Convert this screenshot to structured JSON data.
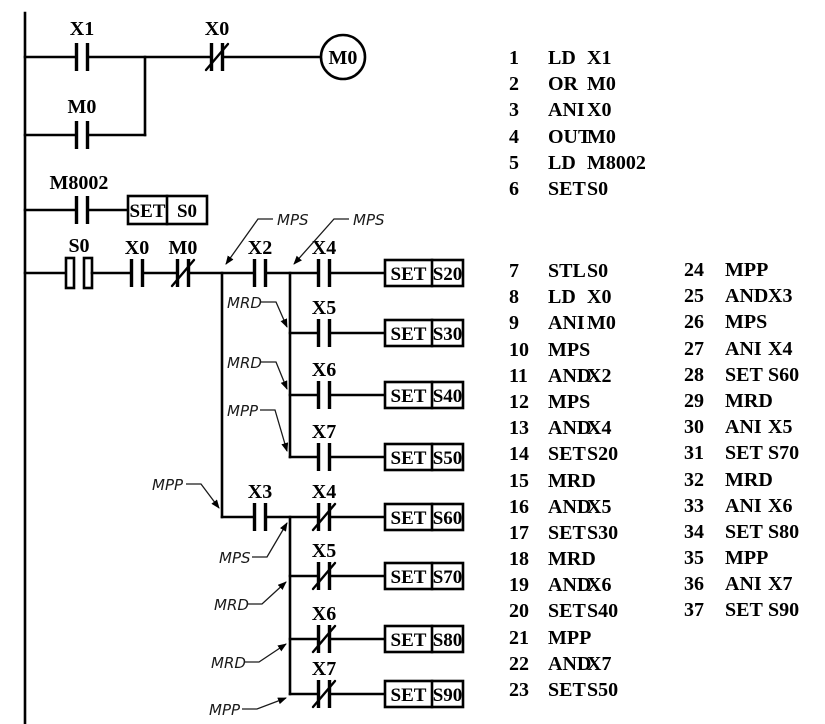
{
  "ladder": {
    "rung1": {
      "x1": "X1",
      "x0": "X0",
      "m0_parallel": "M0",
      "coil": "M0"
    },
    "rung2": {
      "contact": "M8002",
      "set_op": "SET",
      "set_arg": "S0"
    },
    "rung3": {
      "stl": "S0",
      "x0": "X0",
      "m0": "M0",
      "x2": "X2",
      "x3": "X3",
      "upper": [
        {
          "c": "X4",
          "op": "SET",
          "arg": "S20"
        },
        {
          "c": "X5",
          "op": "SET",
          "arg": "S30"
        },
        {
          "c": "X6",
          "op": "SET",
          "arg": "S40"
        },
        {
          "c": "X7",
          "op": "SET",
          "arg": "S50"
        }
      ],
      "lower": [
        {
          "c": "X4",
          "op": "SET",
          "arg": "S60"
        },
        {
          "c": "X5",
          "op": "SET",
          "arg": "S70"
        },
        {
          "c": "X6",
          "op": "SET",
          "arg": "S80"
        },
        {
          "c": "X7",
          "op": "SET",
          "arg": "S90"
        }
      ]
    },
    "annotations": [
      "MPS",
      "MPS",
      "MRD",
      "MRD",
      "MPP",
      "MPP",
      "MPS",
      "MRD",
      "MRD",
      "MPP"
    ]
  },
  "instruction_list": {
    "col1": [
      {
        "n": "1",
        "op": "LD",
        "arg": "X1"
      },
      {
        "n": "2",
        "op": "OR",
        "arg": "M0"
      },
      {
        "n": "3",
        "op": "ANI",
        "arg": "X0"
      },
      {
        "n": "4",
        "op": "OUT",
        "arg": "M0"
      },
      {
        "n": "5",
        "op": "LD",
        "arg": "M8002"
      },
      {
        "n": "6",
        "op": "SET",
        "arg": "S0"
      }
    ],
    "col2": [
      {
        "n": "7",
        "op": "STL",
        "arg": "S0"
      },
      {
        "n": "8",
        "op": "LD",
        "arg": "X0"
      },
      {
        "n": "9",
        "op": "ANI",
        "arg": "M0"
      },
      {
        "n": "10",
        "op": "MPS",
        "arg": ""
      },
      {
        "n": "11",
        "op": "AND",
        "arg": "X2"
      },
      {
        "n": "12",
        "op": "MPS",
        "arg": ""
      },
      {
        "n": "13",
        "op": "AND",
        "arg": "X4"
      },
      {
        "n": "14",
        "op": "SET",
        "arg": "S20"
      },
      {
        "n": "15",
        "op": "MRD",
        "arg": ""
      },
      {
        "n": "16",
        "op": "AND",
        "arg": "X5"
      },
      {
        "n": "17",
        "op": "SET",
        "arg": "S30"
      },
      {
        "n": "18",
        "op": "MRD",
        "arg": ""
      },
      {
        "n": "19",
        "op": "AND",
        "arg": "X6"
      },
      {
        "n": "20",
        "op": "SET",
        "arg": "S40"
      },
      {
        "n": "21",
        "op": "MPP",
        "arg": ""
      },
      {
        "n": "22",
        "op": "AND",
        "arg": "X7"
      },
      {
        "n": "23",
        "op": "SET",
        "arg": "S50"
      }
    ],
    "col3": [
      {
        "n": "24",
        "op": "MPP",
        "arg": ""
      },
      {
        "n": "25",
        "op": "AND",
        "arg": "X3"
      },
      {
        "n": "26",
        "op": "MPS",
        "arg": ""
      },
      {
        "n": "27",
        "op": "ANI",
        "arg": "X4"
      },
      {
        "n": "28",
        "op": "SET",
        "arg": "S60"
      },
      {
        "n": "29",
        "op": "MRD",
        "arg": ""
      },
      {
        "n": "30",
        "op": "ANI",
        "arg": "X5"
      },
      {
        "n": "31",
        "op": "SET",
        "arg": "S70"
      },
      {
        "n": "32",
        "op": "MRD",
        "arg": ""
      },
      {
        "n": "33",
        "op": "ANI",
        "arg": "X6"
      },
      {
        "n": "34",
        "op": "SET",
        "arg": "S80"
      },
      {
        "n": "35",
        "op": "MPP",
        "arg": ""
      },
      {
        "n": "36",
        "op": "ANI",
        "arg": "X7"
      },
      {
        "n": "37",
        "op": "SET",
        "arg": "S90"
      }
    ]
  }
}
